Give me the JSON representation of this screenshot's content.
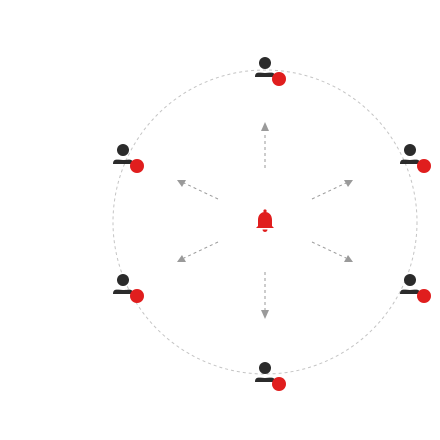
{
  "diagram": {
    "center": {
      "icon": "bell-icon",
      "color": "#e01e1e"
    },
    "nodes": [
      {
        "id": "node-top",
        "icon": "user-icon",
        "badge": "status-dot"
      },
      {
        "id": "node-upper-right",
        "icon": "user-icon",
        "badge": "status-dot"
      },
      {
        "id": "node-lower-right",
        "icon": "user-icon",
        "badge": "status-dot"
      },
      {
        "id": "node-bottom",
        "icon": "user-icon",
        "badge": "status-dot"
      },
      {
        "id": "node-lower-left",
        "icon": "user-icon",
        "badge": "status-dot"
      },
      {
        "id": "node-upper-left",
        "icon": "user-icon",
        "badge": "status-dot"
      }
    ],
    "colors": {
      "person": "#2b2b2b",
      "badge": "#e01e1e",
      "connector": "#9a9a9a",
      "ring": "#c4c4c4"
    },
    "arrows": [
      {
        "to": "node-top",
        "direction": "outward"
      },
      {
        "to": "node-upper-right",
        "direction": "outward"
      },
      {
        "to": "node-lower-right",
        "direction": "outward"
      },
      {
        "to": "node-bottom",
        "direction": "outward"
      },
      {
        "to": "node-lower-left",
        "direction": "outward"
      },
      {
        "to": "node-upper-left",
        "direction": "outward"
      }
    ]
  }
}
